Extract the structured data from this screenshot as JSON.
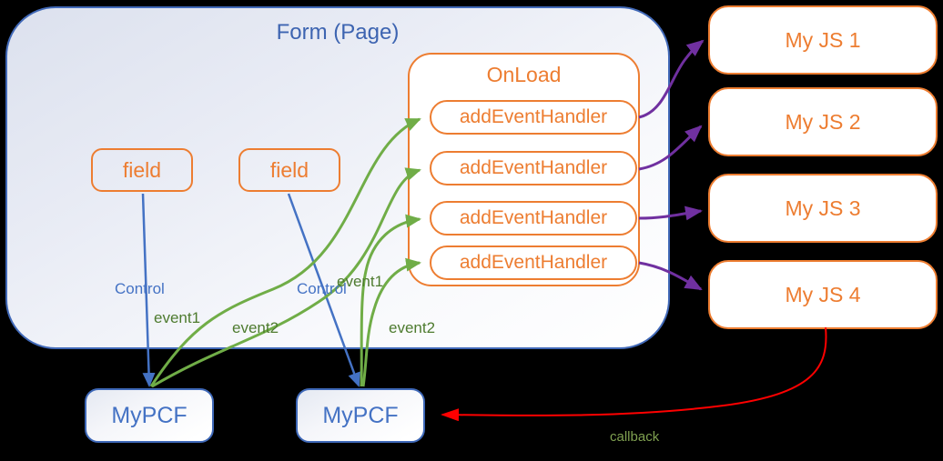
{
  "diagram": {
    "form": {
      "title": "Form (Page)"
    },
    "fields": [
      {
        "label": "field"
      },
      {
        "label": "field"
      }
    ],
    "onload": {
      "title": "OnLoad",
      "handlers": [
        {
          "label": "addEventHandler"
        },
        {
          "label": "addEventHandler"
        },
        {
          "label": "addEventHandler"
        },
        {
          "label": "addEventHandler"
        }
      ]
    },
    "js_modules": [
      {
        "label": "My JS 1"
      },
      {
        "label": "My JS 2"
      },
      {
        "label": "My JS 3"
      },
      {
        "label": "My JS 4"
      }
    ],
    "pcf_controls": [
      {
        "label": "MyPCF"
      },
      {
        "label": "MyPCF"
      }
    ],
    "edge_labels": {
      "control_1": "Control",
      "control_2": "Control",
      "event1_a": "event1",
      "event2_a": "event2",
      "event1_b": "event1",
      "event2_b": "event2",
      "callback": "callback"
    },
    "colors": {
      "orange": "#ED7D31",
      "blue": "#4472C4",
      "green_arrow": "#70AD47",
      "green_label": "#4E7B2F",
      "purple": "#7030A0",
      "red": "#FF0000",
      "callback_label": "#7FA050",
      "form_fill_top": "#DCE1EE",
      "form_fill_bottom": "#FFFFFF",
      "canvas_bg": "#000000"
    }
  }
}
